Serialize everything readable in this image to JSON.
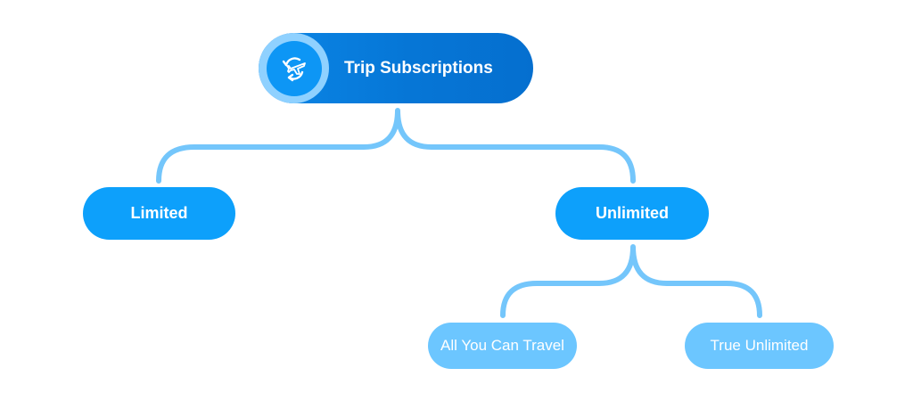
{
  "diagram": {
    "root": {
      "label": "Trip Subscriptions",
      "icon": "plane-cycle-icon"
    },
    "branches": [
      {
        "label": "Limited"
      },
      {
        "label": "Unlimited",
        "children": [
          {
            "label": "All You Can Travel"
          },
          {
            "label": "True Unlimited"
          }
        ]
      }
    ]
  },
  "colors": {
    "root": "#0676d6",
    "icon_ring": "#8fd1ff",
    "level2": "#0da0fb",
    "level3": "#6cc6ff",
    "connector": "#74c6fb"
  }
}
